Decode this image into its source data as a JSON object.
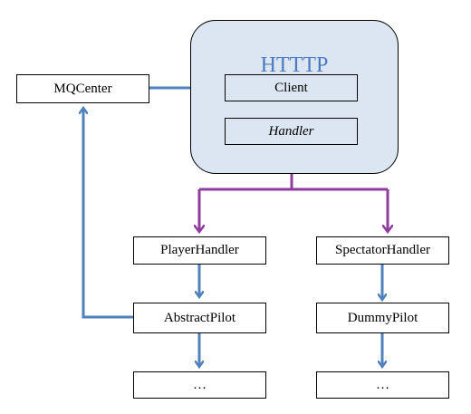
{
  "diagram": {
    "container_title": "HTTTP",
    "nodes": {
      "mqcenter": "MQCenter",
      "client": "Client",
      "handler": "Handler",
      "player_handler": "PlayerHandler",
      "spectator_handler": "SpectatorHandler",
      "abstract_pilot": "AbstractPilot",
      "dummy_pilot": "DummyPilot",
      "left_ellipsis": "…",
      "right_ellipsis": "…"
    },
    "colors": {
      "container_fill": "#dce6f2",
      "title_text": "#4a7bbf",
      "blue_arrow": "#4f81bd",
      "purple_arrow": "#8e3d9e"
    }
  }
}
